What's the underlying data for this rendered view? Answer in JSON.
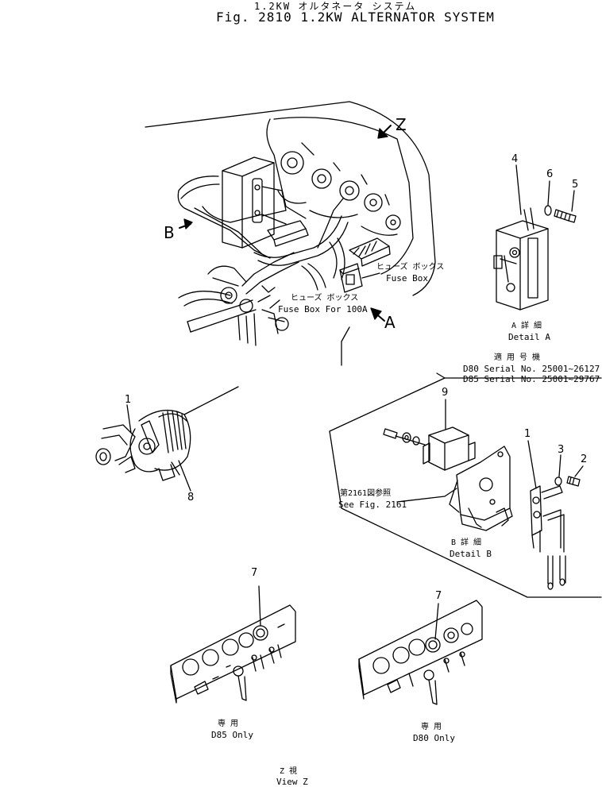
{
  "title": {
    "jp": "1.2KW オルタネータ システム",
    "en": "Fig. 2810 1.2KW ALTERNATOR SYSTEM"
  },
  "view_arrows": {
    "z": "Z",
    "b": "B",
    "a": "A"
  },
  "callouts": {
    "fuse_box_jp": "ヒューズ ボックス",
    "fuse_box": "Fuse Box",
    "fuse_box_100a_jp": "ヒューズ ボックス",
    "fuse_box_100a": "Fuse Box For 100A",
    "detail_a_jp": "A 詳 細",
    "detail_a": "Detail A",
    "applicable_jp": "適 用 号 機",
    "serial_d80": "D80 Serial No. 25001~26127",
    "serial_d85": "D85 Serial No. 25001~29767",
    "see_fig_jp": "第2161図参照",
    "see_fig": "See Fig. 2161",
    "detail_b_jp": "B 詳 細",
    "detail_b": "Detail B",
    "d85_only_jp": "専 用",
    "d85_only": "D85 Only",
    "d80_only_jp": "専 用",
    "d80_only": "D80 Only",
    "view_z_jp": "Z 視",
    "view_z": "View Z"
  },
  "part_numbers": {
    "p1a": "1",
    "p1b": "1",
    "p2": "2",
    "p3": "3",
    "p4": "4",
    "p5": "5",
    "p6": "6",
    "p7a": "7",
    "p7b": "7",
    "p8": "8",
    "p9": "9"
  }
}
